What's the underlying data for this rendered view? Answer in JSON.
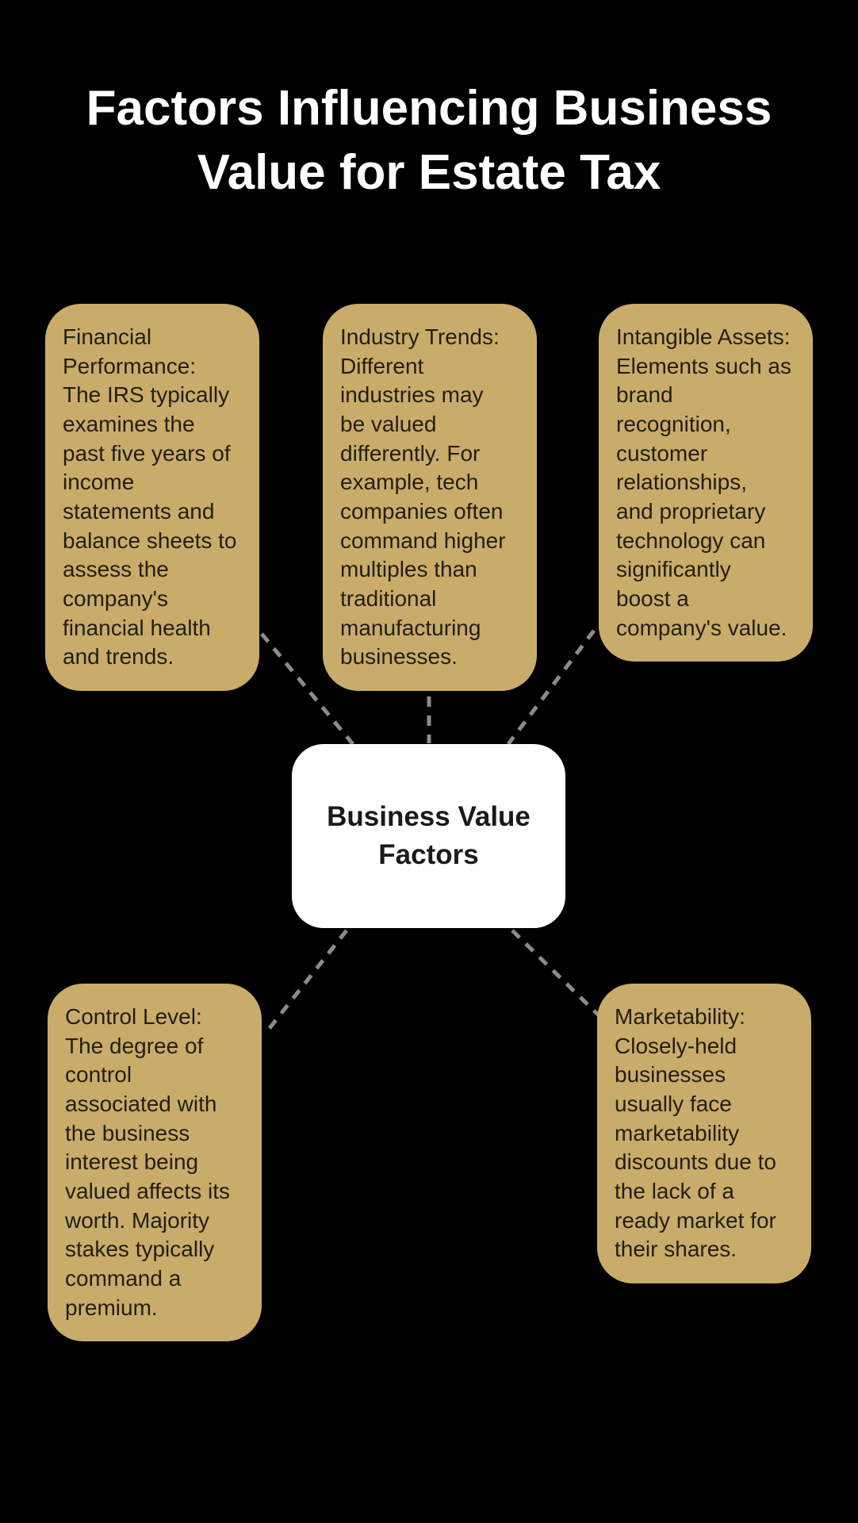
{
  "title": "Factors Influencing Business\nValue for Estate Tax",
  "center_node": {
    "label": "Business Value\nFactors"
  },
  "factor_cards": [
    {
      "name": "financial-performance",
      "text": "Financial\nPerformance:\nThe IRS typically\nexamines the\npast five years of\nincome\nstatements and\nbalance sheets to\nassess the\ncompany's\nfinancial health\nand trends."
    },
    {
      "name": "industry-trends",
      "text": "Industry Trends:\nDifferent\nindustries may\nbe valued\ndifferently. For\nexample, tech\ncompanies often\ncommand higher\nmultiples than\ntraditional\nmanufacturing\nbusinesses."
    },
    {
      "name": "intangible-assets",
      "text": "Intangible Assets:\nElements such as\nbrand\nrecognition,\ncustomer\nrelationships,\nand proprietary\ntechnology can\nsignificantly\nboost a\ncompany's value."
    },
    {
      "name": "control-level",
      "text": "Control Level:\nThe degree of\ncontrol\nassociated with\nthe business\ninterest being\nvalued affects its\nworth. Majority\nstakes typically\ncommand a\npremium."
    },
    {
      "name": "marketability",
      "text": "Marketability:\nClosely-held\nbusinesses\nusually face\nmarketability\ndiscounts due to\nthe lack of a\nready market for\ntheir shares."
    }
  ],
  "colors": {
    "background": "#000000",
    "card_fill": "#c9ac6a",
    "card_text": "#221e14",
    "center_fill": "#ffffff",
    "center_text": "#1a1a1a",
    "title_text": "#ffffff",
    "connector": "#8b8b8b"
  }
}
